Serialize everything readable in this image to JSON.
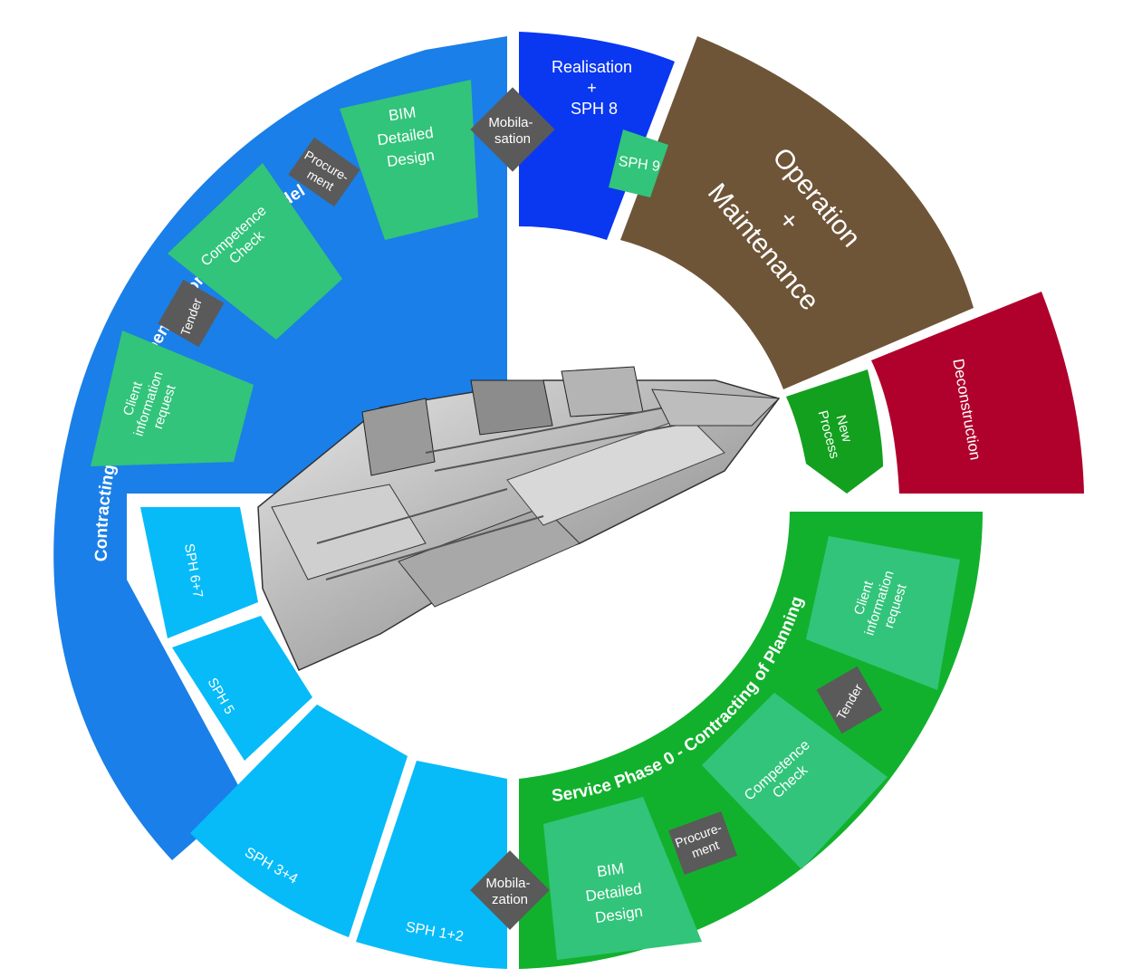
{
  "colors": {
    "outer_blue": "#1a7fe8",
    "realisation_blue": "#0a37f0",
    "operation_brown": "#6e5538",
    "deconstruction_red": "#b0002c",
    "new_process_green": "#13a01e",
    "planning_green": "#12b12d",
    "light_blue": "#06bbf8",
    "box_green": "#32c47a",
    "diamond_gray": "#5a5a5a"
  },
  "sectors": {
    "execution_title": "Contractingof Eecution depending on Contract Model",
    "planning_title": "Service Phase 0 - Contracting of Planning",
    "realisation_lines": [
      "Realisation",
      "+",
      "SPH 8"
    ],
    "sph9": "SPH 9",
    "operation_lines": [
      "Operation",
      "+",
      "Maintenance"
    ],
    "deconstruction": "Deconstruction",
    "new_process_lines": [
      "New",
      "Process"
    ],
    "sph_1_2": "SPH 1+2",
    "sph_3_4": "SPH 3+4",
    "sph_5": "SPH 5",
    "sph_6_7": "SPH 6+7"
  },
  "execution_boxes": {
    "bim_lines": [
      "BIM",
      "Detailed",
      "Design"
    ],
    "competence_lines": [
      "Competence",
      "Check"
    ],
    "client_lines": [
      "Client",
      "information",
      "request"
    ]
  },
  "planning_boxes": {
    "bim_lines": [
      "BIM",
      "Detailed",
      "Design"
    ],
    "competence_lines": [
      "Competence",
      "Check"
    ],
    "client_lines": [
      "Client",
      "information",
      "request"
    ]
  },
  "diamonds": {
    "mobilisation_top_lines": [
      "Mobila-",
      "sation"
    ],
    "procurement_top_lines": [
      "Procure-",
      "ment"
    ],
    "tender_top": "Tender",
    "mobilisation_bottom_lines": [
      "Mobila-",
      "zation"
    ],
    "procurement_bottom_lines": [
      "Procure-",
      "ment"
    ],
    "tender_bottom": "Tender"
  },
  "center_image": "building-model-render"
}
